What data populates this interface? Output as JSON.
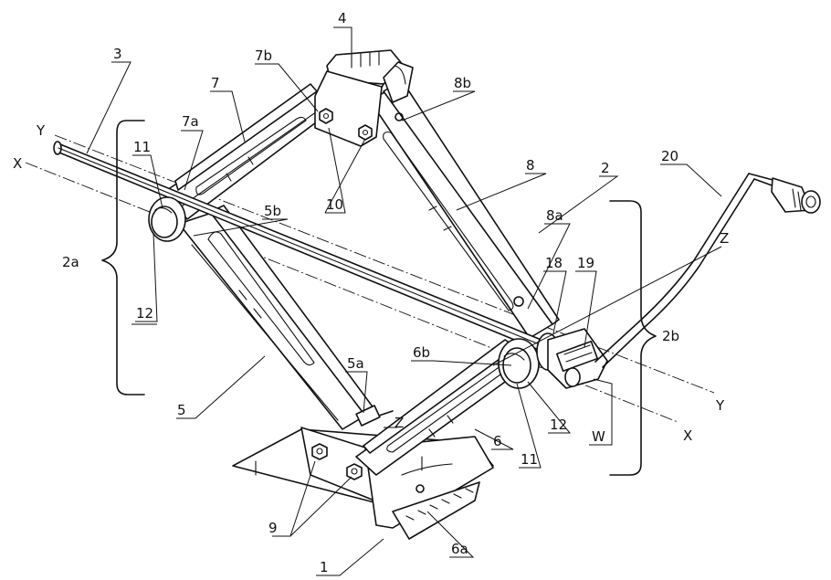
{
  "labels": {
    "l1": "1",
    "l2": "2",
    "l2a": "2a",
    "l2b": "2b",
    "l3": "3",
    "l4": "4",
    "l5": "5",
    "l5a": "5a",
    "l5b": "5b",
    "l6": "6",
    "l6a": "6a",
    "l6b": "6b",
    "l7": "7",
    "l7a": "7a",
    "l7b": "7b",
    "l8": "8",
    "l8a": "8a",
    "l8b": "8b",
    "l9": "9",
    "l10": "10",
    "l11a": "11",
    "l11b": "11",
    "l12a": "12",
    "l12b": "12",
    "l18": "18",
    "l19": "19",
    "l20": "20",
    "lXa": "X",
    "lXb": "X",
    "lYa": "Y",
    "lYb": "Y",
    "lZa": "Z",
    "lZb": "Z",
    "lW": "W"
  }
}
